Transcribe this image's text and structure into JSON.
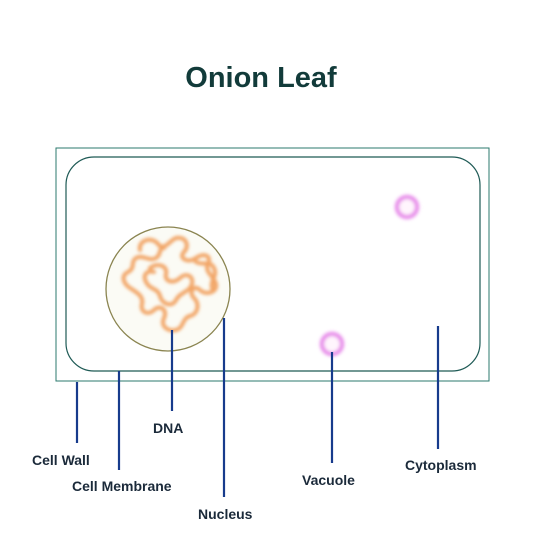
{
  "title": "Onion Leaf",
  "colors": {
    "title": "#123b3a",
    "cell_wall": "#2b7a6e",
    "cell_membrane": "#1e5a55",
    "nucleus_outline": "#8a8450",
    "dna": "#f2a566",
    "vacuole": "#e57fe8",
    "leader_line": "#173b8c",
    "label_text": "#1b2a3a"
  },
  "labels": {
    "cell_wall": "Cell Wall",
    "cell_membrane": "Cell Membrane",
    "dna": "DNA",
    "nucleus": "Nucleus",
    "vacuole": "Vacuole",
    "cytoplasm": "Cytoplasm"
  }
}
